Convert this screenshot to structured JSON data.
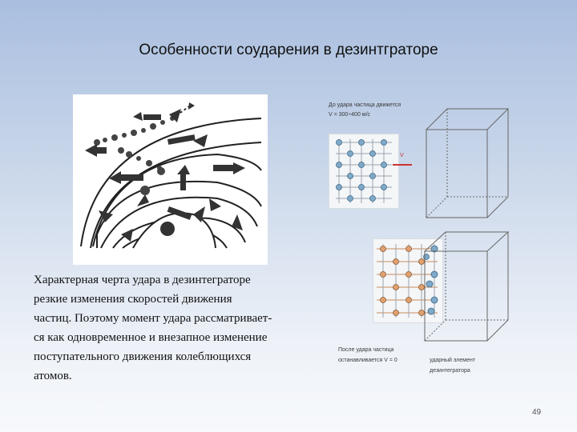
{
  "slide": {
    "title": "Особенности соударения в дезинтграторе",
    "page_number": "49"
  },
  "body_text": [
    "Характерная черта удара в дезинтеграторе",
    "резкие изменения скоростей движения",
    "частиц. Поэтому момент удара рассматривает-",
    "ся как одновременное и внезапное изменение",
    "поступательного движения колеблющихся",
    "атомов."
  ],
  "figure_labels": {
    "before_line1": "До удара частица движется",
    "before_line2": "V = 300÷400 м/с",
    "velocity_mark": "V",
    "after_line1": "После удара частица",
    "after_line2": "останавливается V = 0",
    "element_line1": "ударный элемент",
    "element_line2": "дезинтегратора"
  }
}
